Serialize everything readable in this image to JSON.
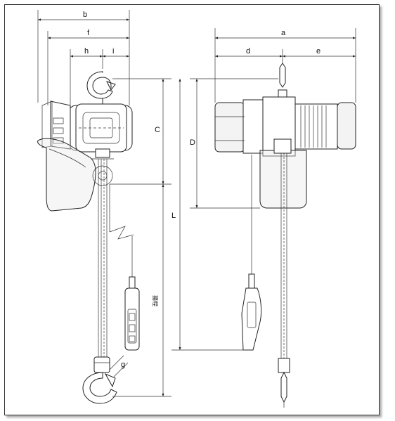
{
  "dimensions": {
    "a": "a",
    "b": "b",
    "c": "C",
    "d": "d",
    "D": "D",
    "e": "e",
    "f": "f",
    "h": "h",
    "i": "i",
    "L": "L",
    "g": "g"
  },
  "cable_note": "揚程"
}
